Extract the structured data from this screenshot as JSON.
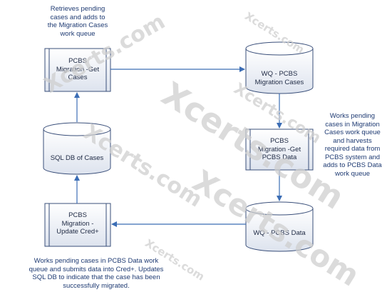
{
  "nodes": {
    "get_cases": "PCBS\nMigration -Get\nCases",
    "wq_cases": "WQ - PCBS\nMigration Cases",
    "get_data": "PCBS\nMigration -Get\nPCBS Data",
    "sql_db": "SQL DB of Cases",
    "update": "PCBS\nMigration -\nUpdate Cred+",
    "wq_data": "WQ - PCBS Data"
  },
  "notes": {
    "top": "Retrieves pending\ncases and adds to\nthe Migration Cases\nwork queue",
    "right": "Works pending\ncases in Migration\nCases work queue\nand harvests\nrequired data from\nPCBS system and\nadds to PCBS Data\nwork queue",
    "bottom": "Works pending cases in PCBS Data work\nqueue and submits data into Cred+. Updates\nSQL DB to indicate that the case has been\nsuccessfully migrated."
  },
  "watermarks": [
    "Xcerts.com",
    "Xcerts.com",
    "Xcerts.com",
    "Xcerts.com",
    "Xcerts.com",
    "Xcerts.com",
    "Xcerts.com"
  ],
  "colors": {
    "shape_stroke": "#3a4f7a",
    "arrow": "#3b6db5",
    "shape_fill_top": "#ffffff",
    "shape_fill_bottom": "#dfe5ef",
    "text": "#1f2a44",
    "note_text": "#1f3b73"
  }
}
